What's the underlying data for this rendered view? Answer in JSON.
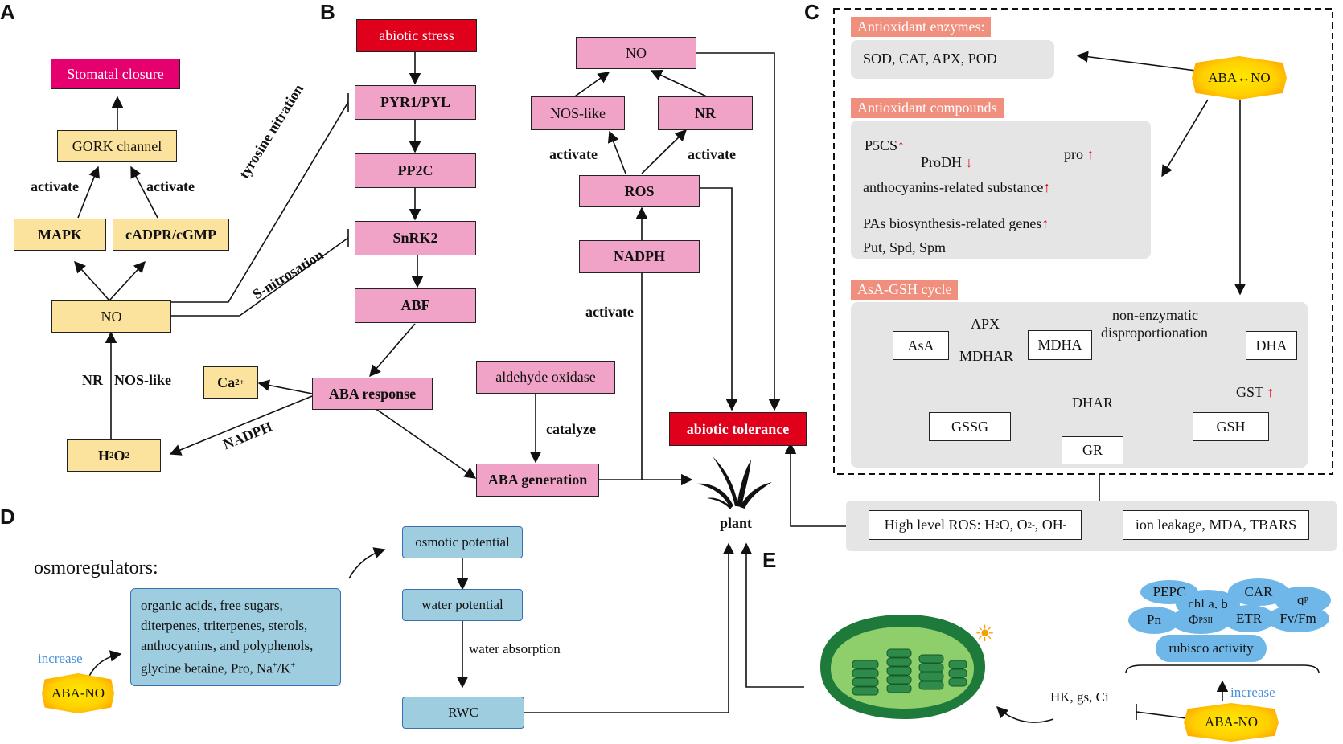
{
  "panels": {
    "A": "A",
    "B": "B",
    "C": "C",
    "D": "D",
    "E": "E"
  },
  "panelA": {
    "stomatal": "Stomatal closure",
    "gork": "GORK channel",
    "activate1": "activate",
    "activate2": "activate",
    "mapk": "MAPK",
    "cadpr": "cADPR/cGMP",
    "no": "NO",
    "nr": "NR",
    "noslike": "NOS-like",
    "ca": "Ca",
    "ca_sup": "2+",
    "h2o2_h": "H",
    "h2o2_2a": "2",
    "h2o2_o": "O",
    "h2o2_2b": "2",
    "nadph": "NADPH",
    "tyrosine": "tyrosine nitration",
    "snitro": "S-nitrosation"
  },
  "panelB": {
    "abiotic_stress": "abiotic stress",
    "pyr": "PYR1/PYL",
    "pp2c": "PP2C",
    "snrk2": "SnRK2",
    "abf": "ABF",
    "aba_response": "ABA response",
    "aldehyde": "aldehyde oxidase",
    "catalyze": "catalyze",
    "aba_gen": "ABA generation",
    "no": "NO",
    "noslike": "NOS-like",
    "nr": "NR",
    "activate_l": "activate",
    "activate_r": "activate",
    "ros": "ROS",
    "nadph": "NADPH",
    "activate_m": "activate",
    "tolerance": "abiotic tolerance",
    "plant": "plant"
  },
  "panelC": {
    "enzymes_title": "Antioxidant enzymes:",
    "enzymes": "SOD, CAT, APX, POD",
    "aba_no": "ABA↔NO",
    "compounds_title": "Antioxidant compounds",
    "p5cs": "P5CS",
    "prodh": "ProDH",
    "pro": "pro",
    "anthocyanins": "anthocyanins-related substance",
    "pas": "PAs biosynthesis-related genes",
    "put": "Put, Spd, Spm",
    "asa_title": "AsA-GSH cycle",
    "asa": "AsA",
    "apx": "APX",
    "mdhar": "MDHAR",
    "mdha": "MDHA",
    "nonenz1": "non-enzymatic",
    "nonenz2": "disproportionation",
    "dha": "DHA",
    "dhar": "DHAR",
    "gst": "GST",
    "gssg": "GSSG",
    "gsh": "GSH",
    "gr": "GR",
    "ros_high": "High level ROS: H",
    "ros_2": "2",
    "ros_o": "O, O",
    "ros_sub": "2",
    "ros_sup": "-",
    "ros_oh": ", OH",
    "ros_sup2": "-",
    "leakage": "ion leakage, MDA, TBARS"
  },
  "panelD": {
    "osmoregulators": "osmoregulators:",
    "list1": "organic acids, free sugars,",
    "list2": "diterpenes, triterpenes, sterols,",
    "list3": "anthocyanins, and polyphenols,",
    "list4a": "glycine betaine, Pro, Na",
    "list4s1": "+",
    "list4b": "/K",
    "list4s2": "+",
    "increase": "increase",
    "aba_no": "ABA-NO",
    "osmotic": "osmotic potential",
    "water": "water potential",
    "absorption": "water absorption",
    "rwc": "RWC"
  },
  "panelE": {
    "pepc": "PEPC",
    "chl": "chl a, b",
    "car": "CAR",
    "qp": "q",
    "qp_sup": "P",
    "pn": "Pn",
    "phi": "Φ",
    "phi_sub": "PSII",
    "etr": "ETR",
    "fvfm": "Fv/Fm",
    "rubisco": "rubisco activity",
    "increase": "increase",
    "aba_no": "ABA-NO",
    "hk": "HK, gs, Ci"
  }
}
